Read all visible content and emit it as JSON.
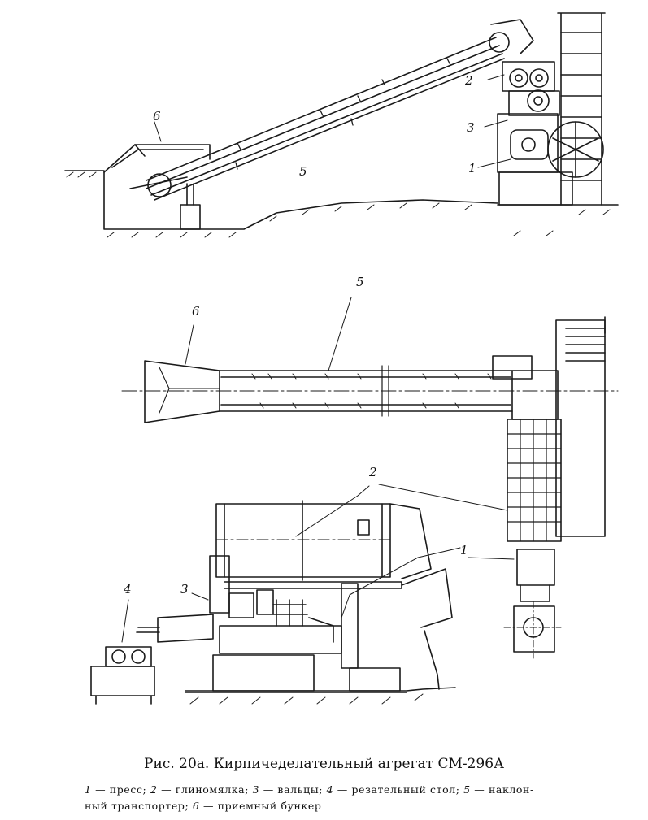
{
  "diagram": {
    "labels": {
      "press": "1",
      "clay_mixer": "2",
      "rollers": "3",
      "cutting_table": "4",
      "inclined_conveyor": "5",
      "receiving_hopper": "6"
    }
  },
  "caption": {
    "title": "Рис. 20а. Кирпичеделательный агрегат СМ-296А",
    "legend": [
      {
        "num": "1",
        "text": "пресс"
      },
      {
        "num": "2",
        "text": "глиномялка"
      },
      {
        "num": "3",
        "text": "вальцы"
      },
      {
        "num": "4",
        "text": "резательный стол"
      },
      {
        "num": "5",
        "text": "наклонный транспортер"
      },
      {
        "num": "6",
        "text": "приемный бункер"
      }
    ],
    "legend_line1": [
      {
        "num": "1",
        "text": " — пресс; "
      },
      {
        "num": "2",
        "text": " — глиномялка; "
      },
      {
        "num": "3",
        "text": " — вальцы; "
      },
      {
        "num": "4",
        "text": " — резательный стол; "
      },
      {
        "num": "5",
        "text": " — наклон-"
      }
    ],
    "legend_line2_text_a": "ный транспортер; ",
    "legend_line2_num": "6",
    "legend_line2_text_b": " — приемный бункер"
  }
}
